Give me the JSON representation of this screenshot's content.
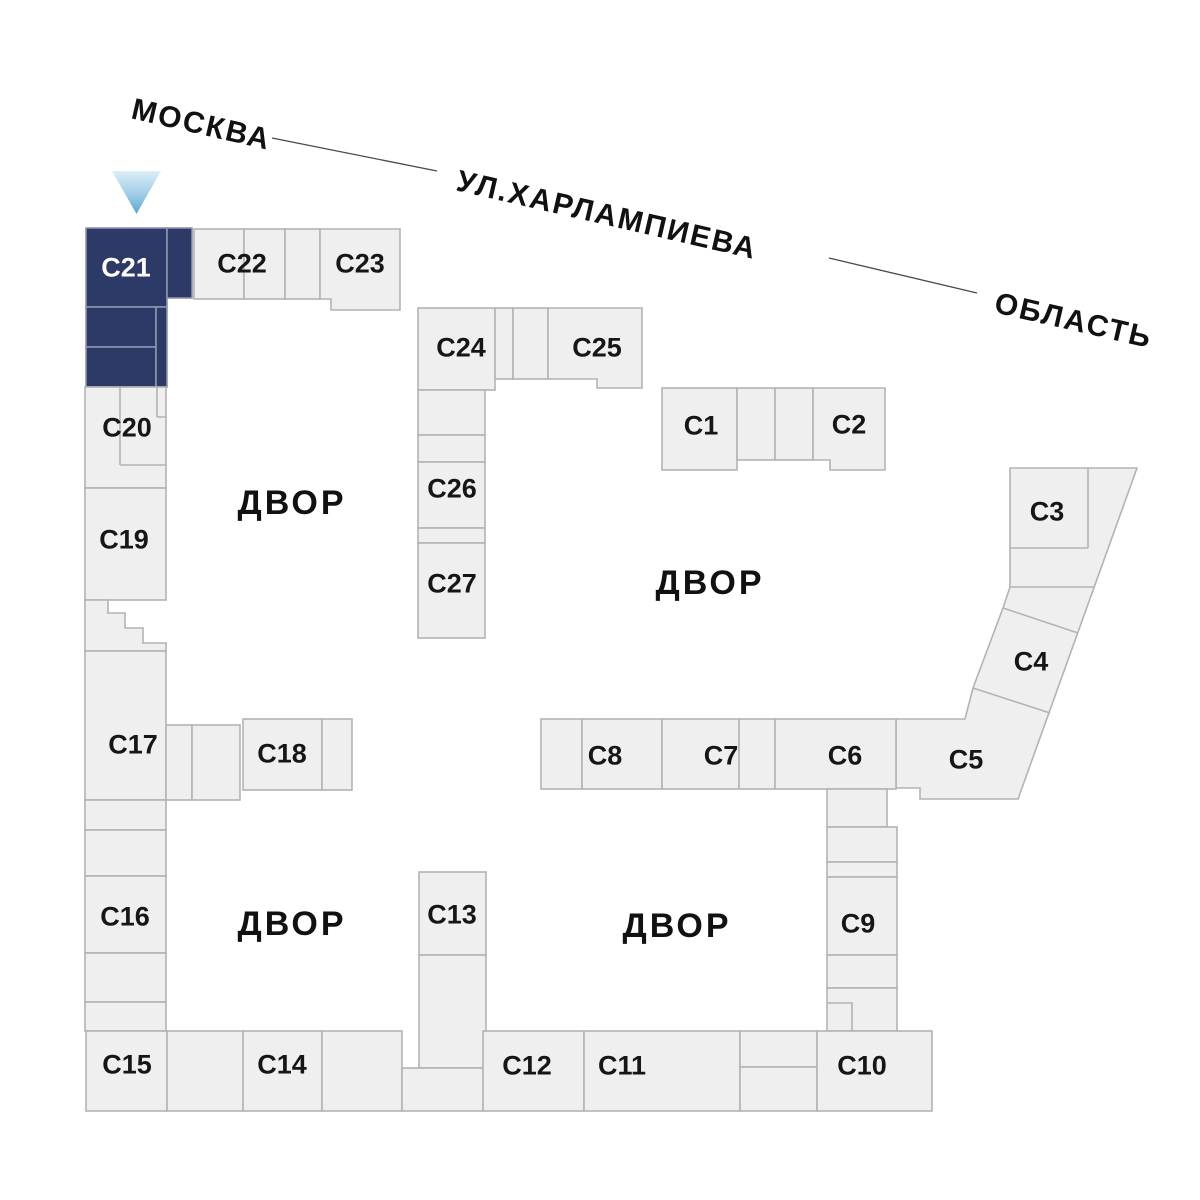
{
  "map": {
    "street_labels": {
      "moscow": "МОСКВА",
      "kharlampieva": "УЛ.ХАРЛАМПИЕВА",
      "oblast": "ОБЛАСТЬ"
    },
    "courtyards": {
      "northwest": "ДВОР",
      "northeast": "ДВОР",
      "southwest": "ДВОР",
      "southeast": "ДВОР"
    },
    "buildings": {
      "c1": {
        "label": "C1",
        "highlighted": false
      },
      "c2": {
        "label": "C2",
        "highlighted": false
      },
      "c3": {
        "label": "C3",
        "highlighted": false
      },
      "c4": {
        "label": "C4",
        "highlighted": false
      },
      "c5": {
        "label": "C5",
        "highlighted": false
      },
      "c6": {
        "label": "C6",
        "highlighted": false
      },
      "c7": {
        "label": "C7",
        "highlighted": false
      },
      "c8": {
        "label": "C8",
        "highlighted": false
      },
      "c9": {
        "label": "C9",
        "highlighted": false
      },
      "c10": {
        "label": "C10",
        "highlighted": false
      },
      "c11": {
        "label": "C11",
        "highlighted": false
      },
      "c12": {
        "label": "C12",
        "highlighted": false
      },
      "c13": {
        "label": "C13",
        "highlighted": false
      },
      "c14": {
        "label": "C14",
        "highlighted": false
      },
      "c15": {
        "label": "C15",
        "highlighted": false
      },
      "c16": {
        "label": "C16",
        "highlighted": false
      },
      "c17": {
        "label": "C17",
        "highlighted": false
      },
      "c18": {
        "label": "C18",
        "highlighted": false
      },
      "c19": {
        "label": "C19",
        "highlighted": false
      },
      "c20": {
        "label": "C20",
        "highlighted": false
      },
      "c21": {
        "label": "C21",
        "highlighted": true
      },
      "c22": {
        "label": "C22",
        "highlighted": false
      },
      "c23": {
        "label": "C23",
        "highlighted": false
      },
      "c24": {
        "label": "C24",
        "highlighted": false
      },
      "c25": {
        "label": "C25",
        "highlighted": false
      },
      "c26": {
        "label": "C26",
        "highlighted": false
      },
      "c27": {
        "label": "C27",
        "highlighted": false
      }
    },
    "marker": {
      "points_to": "C21"
    },
    "colors": {
      "highlight_fill": "#2d3a67",
      "building_fill": "#efefef",
      "building_stroke": "#b3b3b3",
      "marker_gradient_top": "#dceef7",
      "marker_gradient_bottom": "#58a5d2",
      "text": "#161616",
      "highlight_text": "#ffffff"
    }
  }
}
